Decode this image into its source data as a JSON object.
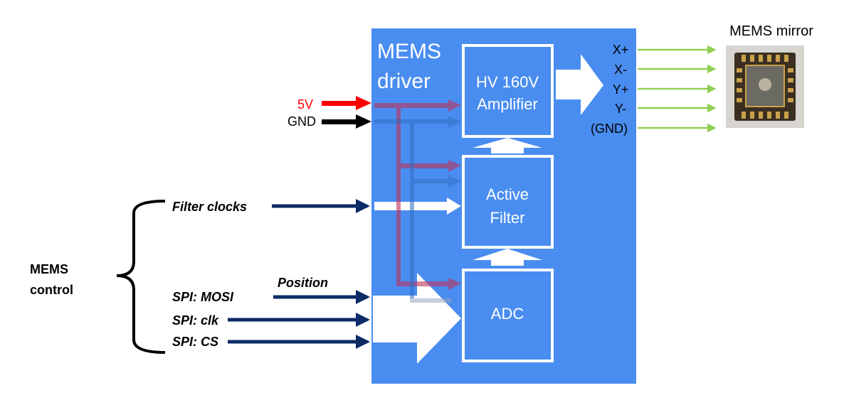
{
  "driver": {
    "title_line1": "MEMS",
    "title_line2": "driver",
    "block_amplifier_line1": "HV 160V",
    "block_amplifier_line2": "Amplifier",
    "block_filter_line1": "Active",
    "block_filter_line2": "Filter",
    "block_adc": "ADC"
  },
  "power": {
    "v5_label": "5V",
    "gnd_label": "GND"
  },
  "control": {
    "group_label_line1": "MEMS",
    "group_label_line2": "control",
    "filter_clocks": "Filter clocks",
    "position": "Position",
    "spi_mosi": "SPI: MOSI",
    "spi_clk": "SPI: clk",
    "spi_cs": "SPI: CS"
  },
  "outputs": {
    "x_plus": "X+",
    "x_minus": "X-",
    "y_plus": "Y+",
    "y_minus": "Y-",
    "gnd": "(GND)"
  },
  "mirror": {
    "title": "MEMS mirror"
  },
  "colors": {
    "driver_bg": "#4a8df0",
    "navy": "#0d2a66",
    "red": "#ff0000",
    "green": "#8fcf52",
    "power_red_translucent": "#c0305a",
    "gnd_blue_translucent": "#2f6fc4"
  }
}
